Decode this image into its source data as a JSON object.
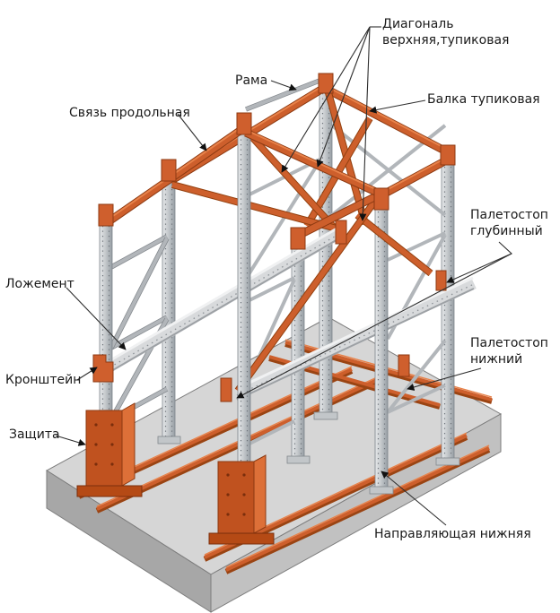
{
  "title": "Drive-in pallet rack components diagram",
  "colors": {
    "accent_orange": "#cd5f2c",
    "steel_gray": "#c6cacd",
    "slab_top": "#d6d6d6",
    "slab_left": "#a7a7a7",
    "slab_right": "#c1c1c1",
    "label_text": "#1a1a1a"
  },
  "labels": {
    "diagonal_top": {
      "line1": "Диагональ",
      "line2": "верхняя,тупиковая"
    },
    "frame": "Рама",
    "dead_end_beam": "Балка тупиковая",
    "longitudinal_tie": "Связь продольная",
    "pallet_stop_deep": {
      "line1": "Палетостоп",
      "line2": "глубинный"
    },
    "lodgement": "Ложемент",
    "pallet_stop_lower": {
      "line1": "Палетостоп",
      "line2": "нижний"
    },
    "bracket": "Кронштейн",
    "protection": "Защита",
    "bottom_guide": "Направляющая нижняя"
  }
}
